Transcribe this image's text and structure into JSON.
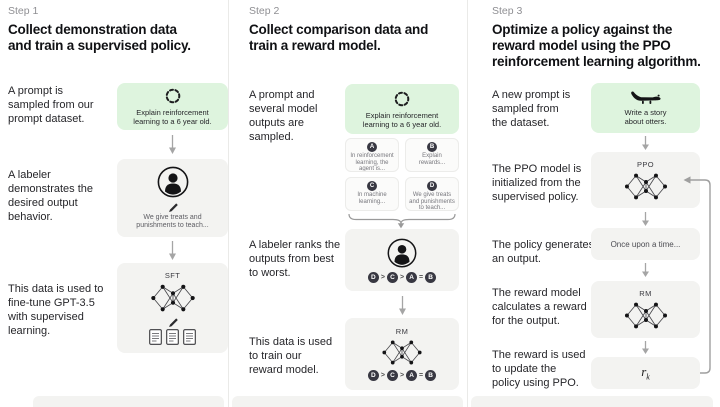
{
  "colors": {
    "background": "#ffffff",
    "prompt_green": "#def4de",
    "box_gray": "#f3f3f1",
    "card_bg": "#fbfbfa",
    "badge_dark": "#383842",
    "text_dark": "#101114",
    "text_muted": "#8f8f93",
    "arrow_gray": "#a5a5a5"
  },
  "icons": {
    "sample": "dashed-circle-sampling",
    "labeler": "person-in-circle",
    "pencil": "pencil",
    "model": "neural-network",
    "documents": "document-pages",
    "otter": "otter-silhouette",
    "flow": "down-arrow",
    "brace": "curly-brace-down",
    "loop": "feedback-loop-arrow"
  },
  "step1": {
    "label": "Step 1",
    "title": [
      "Collect demonstration data",
      "and train a supervised policy."
    ],
    "captions": {
      "prompt": [
        "A prompt is",
        "sampled from our",
        "prompt dataset."
      ],
      "labeler": [
        "A labeler",
        "demonstrates the",
        "desired output",
        "behavior."
      ],
      "finetune": [
        "This data is used to",
        "fine-tune GPT-3.5",
        "with supervised",
        "learning."
      ]
    },
    "prompt_box": [
      "Explain reinforcement",
      "learning to a 6 year old."
    ],
    "demo_box": [
      "We give treats and",
      "punishments to teach..."
    ],
    "sft_label": "SFT"
  },
  "step2": {
    "label": "Step 2",
    "title": [
      "Collect comparison data and",
      "train a reward model."
    ],
    "captions": {
      "sampled": [
        "A prompt and",
        "several model",
        "outputs are",
        "sampled."
      ],
      "ranks": [
        "A labeler ranks the",
        "outputs from best",
        "to worst."
      ],
      "train": [
        "This data is used",
        "to train our",
        "reward model."
      ]
    },
    "prompt_box": [
      "Explain reinforcement",
      "learning to a 6 year old."
    ],
    "outputs": [
      {
        "letter": "A",
        "text": "In reinforcement learning, the agent is..."
      },
      {
        "letter": "B",
        "text": "Explain rewards..."
      },
      {
        "letter": "C",
        "text": "In machine learning..."
      },
      {
        "letter": "D",
        "text": "We give treats and punishments to teach..."
      }
    ],
    "ranking": {
      "letters": [
        "D",
        "C",
        "A",
        "B"
      ],
      "separators": [
        ">",
        ">",
        "="
      ]
    },
    "rm_label": "RM"
  },
  "step3": {
    "label": "Step 3",
    "title": [
      "Optimize a policy against the",
      "reward model using the PPO",
      "reinforcement learning algorithm."
    ],
    "captions": {
      "new_prompt": [
        "A new prompt is",
        "sampled from",
        "the dataset."
      ],
      "init": [
        "The PPO model is",
        "initialized from the",
        "supervised policy."
      ],
      "generates": [
        "The policy generates",
        "an output."
      ],
      "calc": [
        "The reward model",
        "calculates a reward",
        "for the output."
      ],
      "update": [
        "The reward is used",
        "to update the",
        "policy using PPO."
      ]
    },
    "prompt_box": [
      "Write a story",
      "about otters."
    ],
    "ppo_label": "PPO",
    "output_box": "Once upon a time...",
    "rm_label": "RM",
    "reward_base": "r",
    "reward_sub": "k"
  }
}
